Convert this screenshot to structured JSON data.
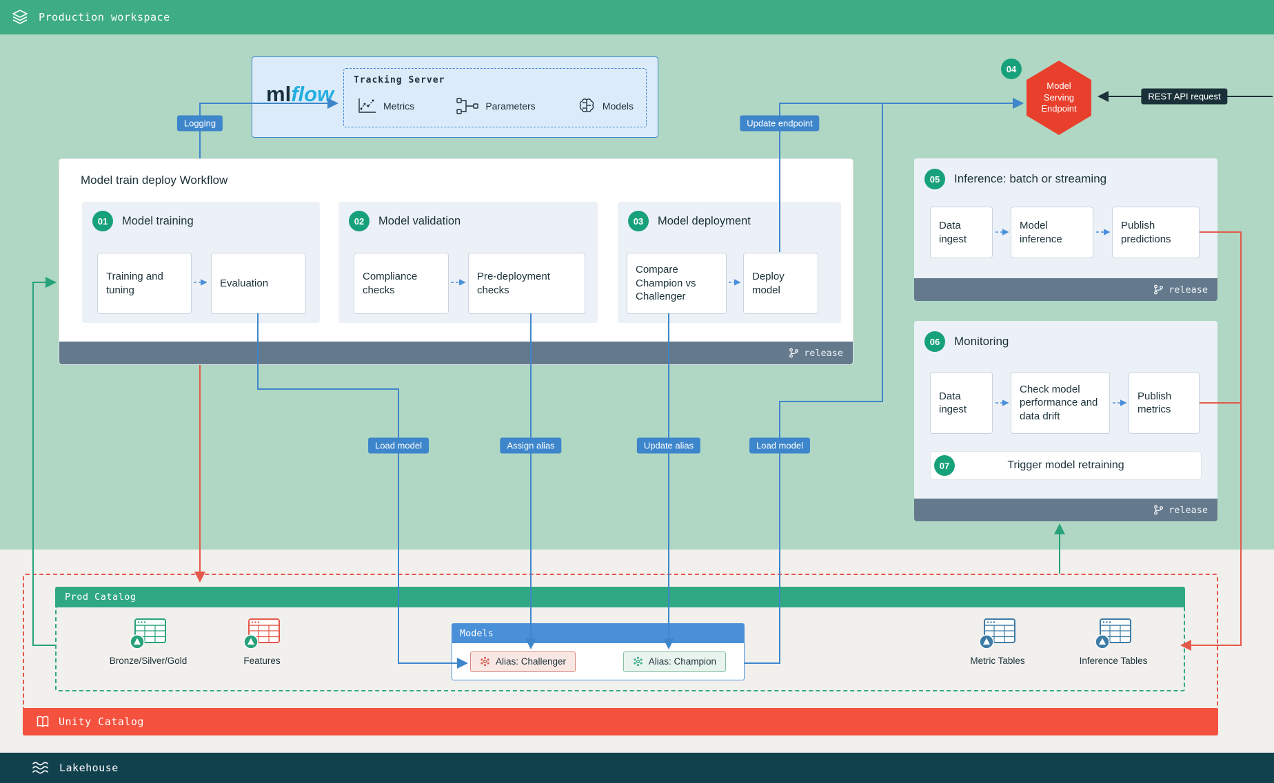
{
  "top": {
    "workspace": "Production workspace"
  },
  "mlflow": {
    "logo": {
      "ml": "ml",
      "flow": "flow"
    },
    "tracking": {
      "title": "Tracking Server",
      "items": [
        "Metrics",
        "Parameters",
        "Models"
      ]
    }
  },
  "edges": {
    "logging": "Logging",
    "update_endpoint": "Update endpoint",
    "load_model_a": "Load model",
    "assign_alias": "Assign alias",
    "update_alias": "Update alias",
    "load_model_b": "Load model",
    "rest_api": "REST API request"
  },
  "serving": {
    "step": "04",
    "label": "Model Serving Endpoint"
  },
  "workflow": {
    "title": "Model train deploy Workflow",
    "release": "release",
    "stages": [
      {
        "step": "01",
        "title": "Model training",
        "boxes": [
          "Training and tuning",
          "Evaluation"
        ]
      },
      {
        "step": "02",
        "title": "Model validation",
        "boxes": [
          "Compliance checks",
          "Pre-deployment checks"
        ]
      },
      {
        "step": "03",
        "title": "Model deployment",
        "boxes": [
          "Compare Champion vs Challenger",
          "Deploy model"
        ]
      }
    ]
  },
  "inference": {
    "step": "05",
    "title": "Inference: batch or streaming",
    "boxes": [
      "Data ingest",
      "Model inference",
      "Publish predictions"
    ],
    "release": "release"
  },
  "monitoring": {
    "step": "06",
    "title": "Monitoring",
    "boxes": [
      "Data ingest",
      "Check model performance and data drift",
      "Publish metrics"
    ],
    "retrain": {
      "step": "07",
      "label": "Trigger model retraining"
    },
    "release": "release"
  },
  "catalog": {
    "header": "Prod Catalog",
    "tables": [
      "Bronze/Silver/Gold",
      "Features",
      "Metric Tables",
      "Inference Tables"
    ],
    "models": {
      "header": "Models",
      "challenger": "Alias: Challenger",
      "champion": "Alias: Champion"
    },
    "unity": "Unity Catalog"
  },
  "lakehouse": {
    "title": "Lakehouse"
  },
  "colors": {
    "topbar_green": "#3EAC84",
    "mint_bg": "#B0D7C4",
    "accent_blue": "#3E86CB",
    "accent_green": "#27A27B",
    "accent_red": "#E4584A",
    "navy": "#1B3139",
    "release_slate": "#64798C",
    "unity_red": "#F4513E",
    "serving_red": "#E8402C",
    "lakehouse_teal": "#12414E"
  }
}
